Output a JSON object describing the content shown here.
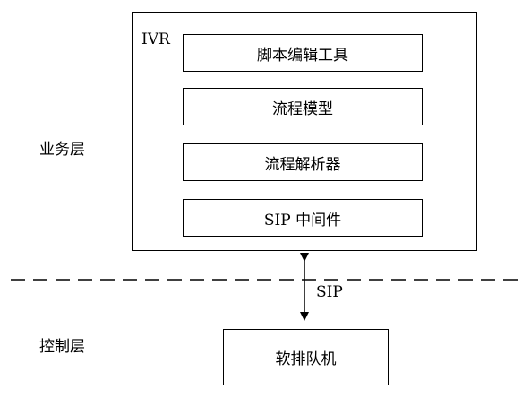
{
  "layers": {
    "business": "业务层",
    "control": "控制层"
  },
  "ivr": {
    "title": "IVR",
    "modules": [
      "脚本编辑工具",
      "流程模型",
      "流程解析器",
      "SIP 中间件"
    ]
  },
  "link": {
    "label": "SIP"
  },
  "switch": {
    "label": "软排队机"
  }
}
